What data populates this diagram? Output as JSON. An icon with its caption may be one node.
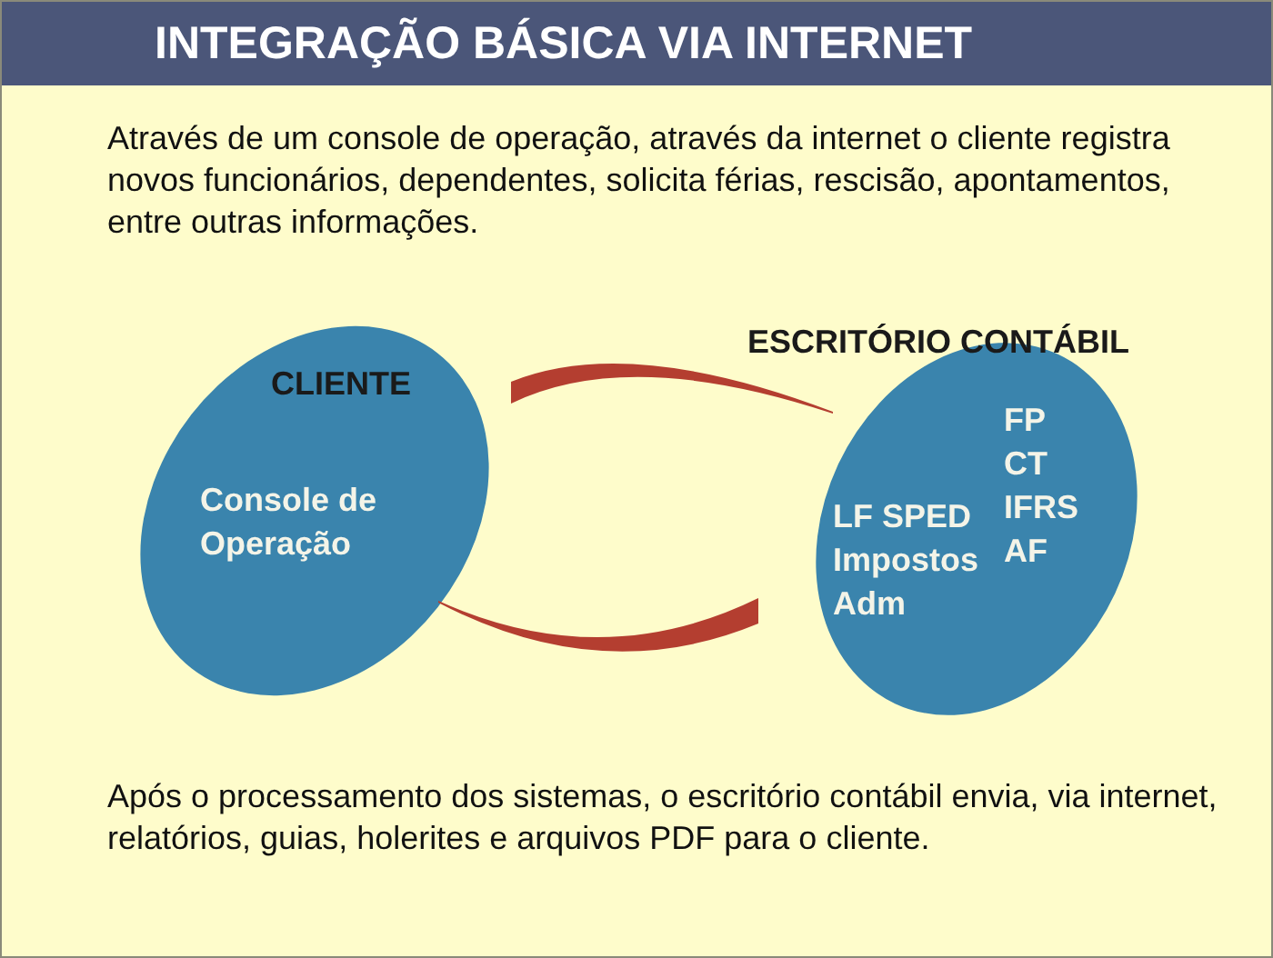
{
  "diagram": {
    "title": "INTEGRAÇÃO BÁSICA VIA INTERNET",
    "nodes": [
      {
        "text": [
          "CLIENTE",
          "Console de Operação"
        ]
      },
      {
        "text": [
          "ESCRITÓRIO CONTÁBIL",
          "FP CT IFRS AF",
          "LF SPED Impostos Adm"
        ]
      }
    ],
    "edges": [
      {
        "from": 0,
        "to": 1,
        "arrow": "none",
        "style": "thick"
      },
      {
        "from": 1,
        "to": 0,
        "arrow": "none",
        "style": "thick"
      }
    ],
    "labels": [
      "Através de um console de operação, através da internet o cliente registra novos funcionários, dependentes, solicita férias, rescisão, apontamentos, entre outras informações.",
      "Após o processamento dos sistemas, o escritório contábil envia, via internet, relatórios, guias, holerites e arquivos PDF para o cliente."
    ]
  }
}
